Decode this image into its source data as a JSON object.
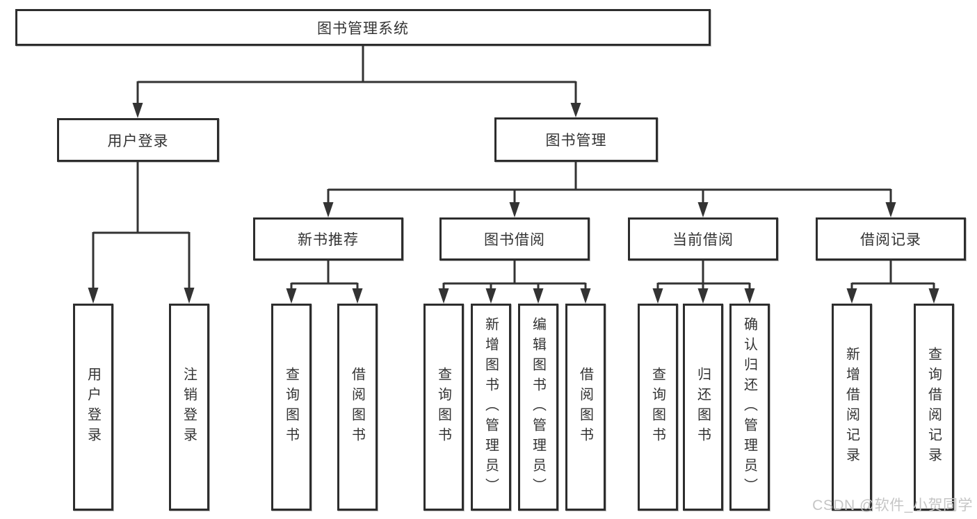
{
  "diagram": {
    "type": "hierarchy",
    "tree": {
      "label": "图书管理系统",
      "children": [
        {
          "label": "用户登录",
          "children": [
            {
              "label": "用户登录"
            },
            {
              "label": "注销登录"
            }
          ]
        },
        {
          "label": "图书管理",
          "children": [
            {
              "label": "新书推荐",
              "children": [
                {
                  "label": "查询图书"
                },
                {
                  "label": "借阅图书"
                }
              ]
            },
            {
              "label": "图书借阅",
              "children": [
                {
                  "label": "查询图书"
                },
                {
                  "label": "新增图书（管理员）"
                },
                {
                  "label": "编辑图书（管理员）"
                },
                {
                  "label": "借阅图书"
                }
              ]
            },
            {
              "label": "当前借阅",
              "children": [
                {
                  "label": "查询图书"
                },
                {
                  "label": "归还图书"
                },
                {
                  "label": "确认归还（管理员）"
                }
              ]
            },
            {
              "label": "借阅记录",
              "children": [
                {
                  "label": "新增借阅记录"
                },
                {
                  "label": "查询借阅记录"
                }
              ]
            }
          ]
        }
      ]
    }
  },
  "watermark": "CSDN @软件_小贺同学",
  "colors": {
    "line": "#333333",
    "box_border": "#2d2d2d",
    "text": "#333333",
    "watermark": "#c5c5c5",
    "background": "#ffffff"
  }
}
